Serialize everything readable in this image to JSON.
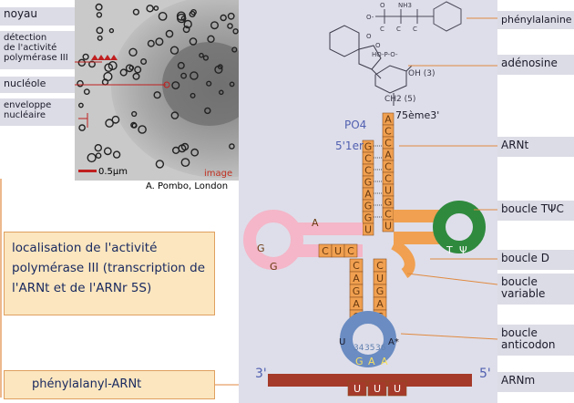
{
  "left_labels": {
    "noyau": "noyau",
    "detection": "détection\nde l'activité\npolymérase III",
    "nucleole": "nucléole",
    "enveloppe": "enveloppe\nnucléaire"
  },
  "micrograph": {
    "scale": "0.5μm",
    "image_tag": "image",
    "credit": "A. Pombo, London"
  },
  "caption": "localisation de l'activité polymérase III (transcription de l'ARNt et de l'ARNr 5S)",
  "bottom_label": "phénylalanyl-ARNt",
  "right_labels": {
    "phe": "phénylalanine",
    "adenosine": "adénosine",
    "arnt": "ARNt",
    "tpsic": "boucle TΨC",
    "d": "boucle D",
    "variable": "boucle\nvariable",
    "anticodon": "boucle\nanticodon",
    "arnm": "ARNm"
  },
  "trna": {
    "po4": "PO4",
    "five_prime_end": "5'1er",
    "three_prime_end": "75ème3'",
    "oh3": "OH (3)",
    "ch2": "CH2 (5)",
    "acceptor_5": [
      "G",
      "C",
      "C",
      "G",
      "A",
      "G",
      "G",
      "U"
    ],
    "acceptor_3": [
      "A",
      "C",
      "C",
      "A",
      "C",
      "C",
      "U",
      "G",
      "C",
      "U"
    ],
    "d_stem": [
      "C",
      "U",
      "C"
    ],
    "d_loop": [
      "A",
      "G",
      "G"
    ],
    "t_loop": [
      "T",
      "Ψ"
    ],
    "anticodon_stem_5": [
      "C",
      "A",
      "G",
      "A",
      "C"
    ],
    "anticodon_stem_3": [
      "C",
      "U",
      "G",
      "A",
      "G"
    ],
    "anticodon": [
      "G",
      "A",
      "A"
    ],
    "anticodon_loop": [
      "U",
      "A*"
    ],
    "anticodon_numbers": [
      "34",
      "35",
      "36"
    ],
    "arnm_5": "5'",
    "arnm_3": "3'",
    "codon": [
      "U",
      "U",
      "U"
    ]
  },
  "colors": {
    "orange": "#f0a050",
    "pink": "#f4b6c8",
    "green": "#2f8a3e",
    "blue": "#6a8cc2",
    "brown": "#a53a2a",
    "label_bg": "#dcdce6",
    "caption_bg": "#fbe6bf"
  }
}
